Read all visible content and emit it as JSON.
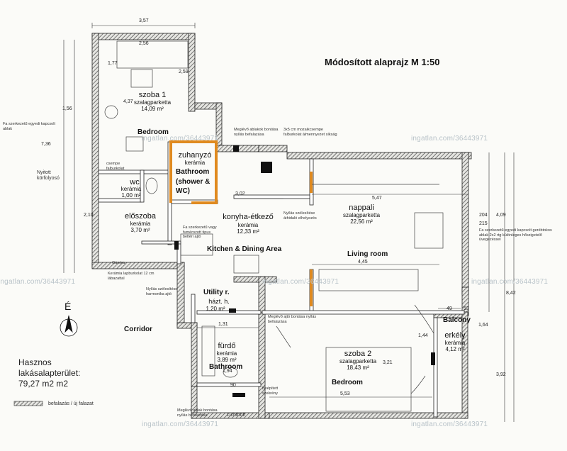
{
  "title": "Módosított alaprajz M 1:50",
  "rooms": {
    "szoba1": {
      "name": "szoba 1",
      "floor": "szalagparketta",
      "area": "14,09 m²",
      "english": "Bedroom"
    },
    "zuhanyzo": {
      "name": "zuhanyzó",
      "floor": "kerámia",
      "english": "Bathroom (shower & WC)"
    },
    "wc": {
      "name": "wc",
      "floor": "kerámia",
      "area": "1,00 m²"
    },
    "eloszoba": {
      "name": "előszoba",
      "floor": "kerámia",
      "area": "3,70 m²"
    },
    "konyha": {
      "name": "konyha-étkező",
      "floor": "kerámia",
      "area": "12,33 m²",
      "english": "Kitchen & Dining Area"
    },
    "nappali": {
      "name": "nappali",
      "floor": "szalagparketta",
      "area": "22,56 m²",
      "english": "Living room"
    },
    "hazt": {
      "name": "Utility r.",
      "name2": "házt. h.",
      "area": "1,20 m²"
    },
    "furdo": {
      "name": "fürdő",
      "floor": "kerámia",
      "area": "3,89 m²",
      "english": "Bathroom"
    },
    "szoba2": {
      "name": "szoba 2",
      "floor": "szalagparketta",
      "area": "18,43 m²",
      "english": "Bedroom"
    },
    "erkely": {
      "name": "erkély",
      "floor": "kerámia",
      "area": "4,12 m²",
      "english": "Balcony"
    }
  },
  "corridor": "Corridor",
  "north": "É",
  "useful_area": {
    "line1": "Hasznos",
    "line2": "lakásalapterület:",
    "line3": "79,27 m2 m2"
  },
  "legend": "befalazás / új falazat",
  "watermark": "ingatlan.com/36443971",
  "dims": [
    "3,57",
    "2,56",
    "1,77",
    "2,59",
    "4,37",
    "3,02",
    "5,47",
    "4,45",
    "1,31",
    "1,94",
    "5,53",
    "1,44",
    "3,21",
    "4,09",
    "8,42",
    "3,92",
    "1,64",
    "7,36",
    "2,10",
    "1,56",
    "49",
    "53",
    "90",
    "215",
    "204"
  ],
  "notes": {
    "n1": "Fa szerkezetű egyedi kapcsolt gerébtokos ablak 2x2 rtg különleges hőszigetelő üvegezéssel",
    "n2": "Fa szerkezetű egyedi kapcsolt ablak",
    "n3": "Meglévő ablakok bontása nyílás befalazása",
    "n4": "3x5 cm mozaikcsempe falburkolat álmennyezet síkság",
    "n5": "Nyílás szélesítése áthidaló elhelyezés",
    "n6": "Fa szerkezetű vagy fumérozott tipus beltéri ajtó",
    "n7": "Nyílás szélesítése harmonika ajtó",
    "n8": "Gázóra",
    "n9": "Kerámia lapburkolat 12 cm lábazattal",
    "n10": "Meglévő ajtó bontása nyílás befalazása",
    "n11": "Meglévő ablak bontása nyílás befalazása",
    "n12": "Lichthoff",
    "n13": "Beépített szekrény",
    "n14": "Nyitott körfolyosó",
    "n15": "csempe falburkolat"
  }
}
